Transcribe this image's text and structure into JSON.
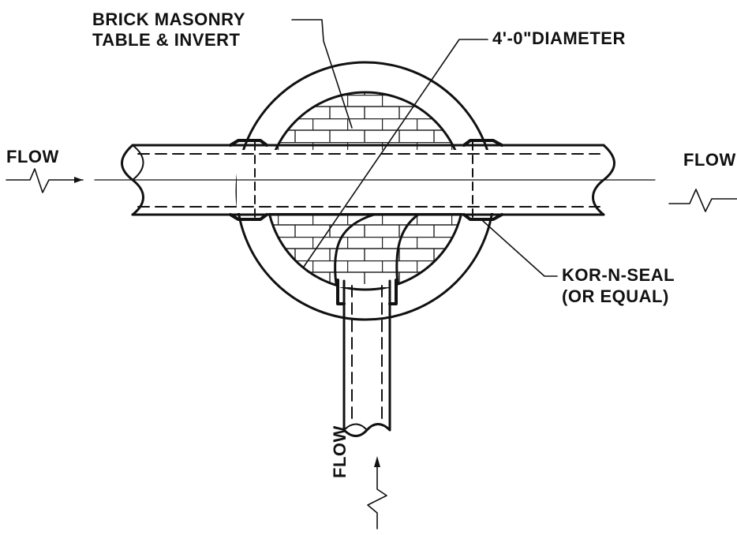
{
  "labels": {
    "brick_line1": "BRICK MASONRY",
    "brick_line2": "TABLE & INVERT",
    "diameter": "4'-0\"DIAMETER",
    "seal_line1": "KOR-N-SEAL",
    "seal_line2": "(OR EQUAL)",
    "flow_left": "FLOW",
    "flow_right": "FLOW",
    "flow_bottom": "FLOW"
  },
  "colors": {
    "ink": "#111111",
    "background": "#ffffff"
  }
}
